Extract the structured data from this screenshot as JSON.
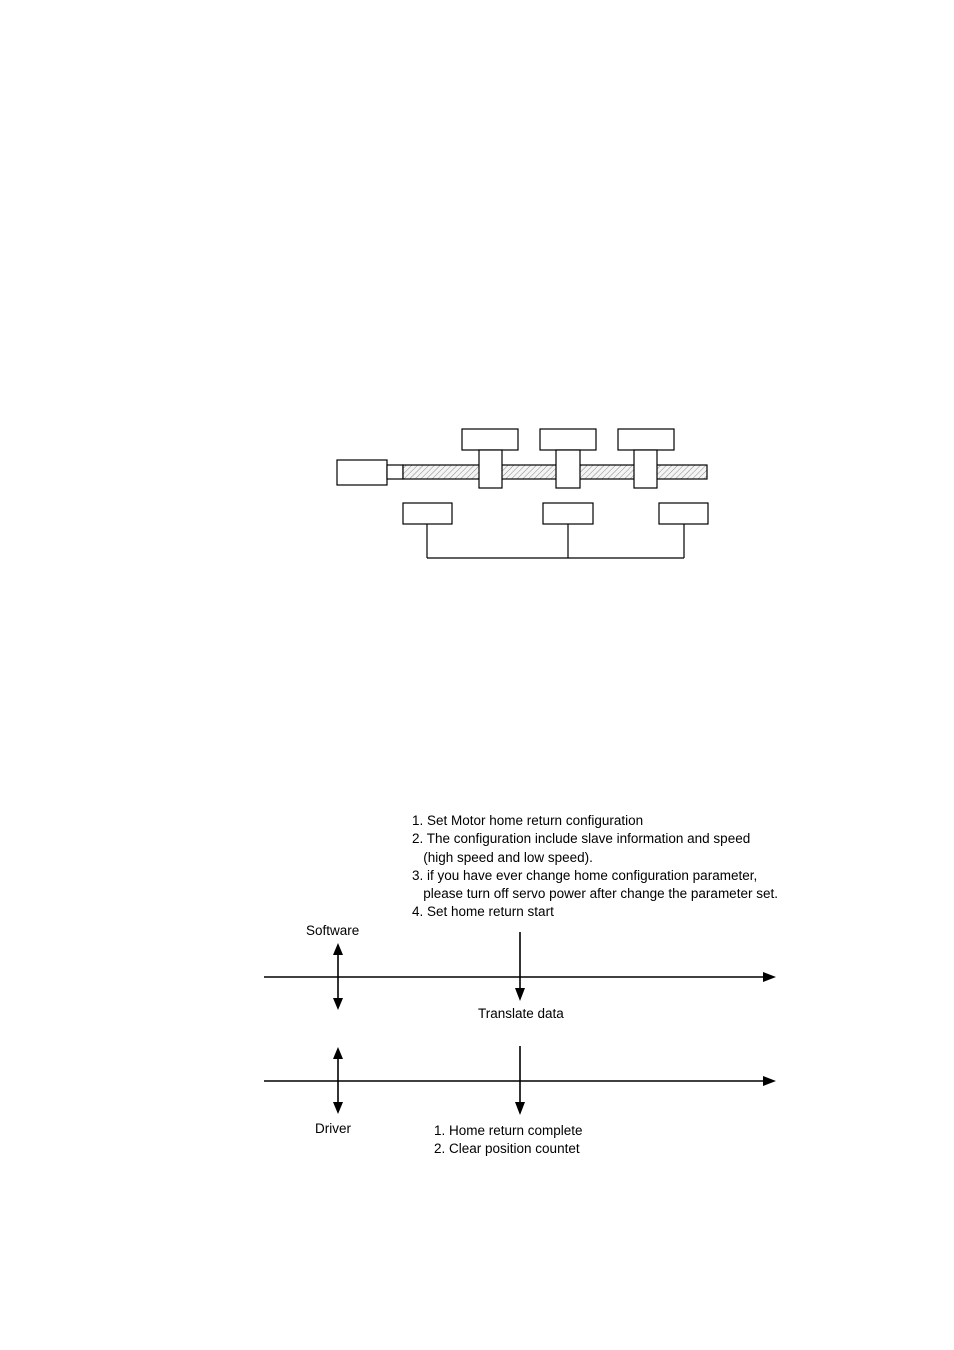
{
  "instructions": [
    "1. Set Motor home return configuration",
    "2. The configuration include slave information and speed",
    "   (high speed and low speed).",
    "3. if you have ever change home configuration parameter,",
    "   please turn off servo power after change the parameter set.",
    "4. Set home return start"
  ],
  "labels": {
    "software": "Software",
    "translate": "Translate data",
    "driver": "Driver"
  },
  "results": [
    "1. Home return complete",
    "2. Clear position countet"
  ]
}
